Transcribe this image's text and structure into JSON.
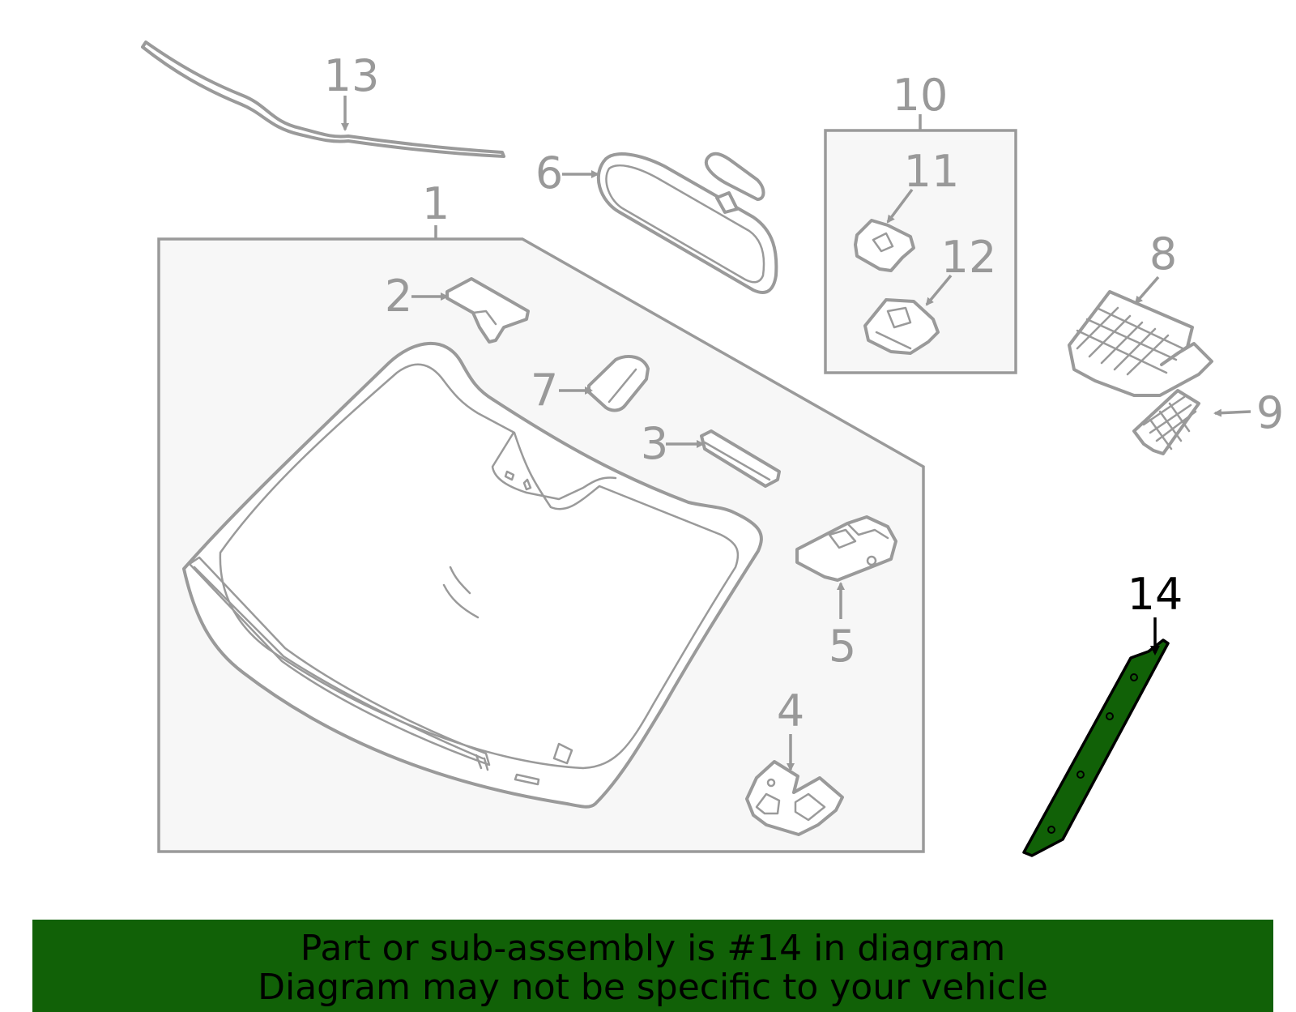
{
  "callouts": {
    "c1": "1",
    "c2": "2",
    "c3": "3",
    "c4": "4",
    "c5": "5",
    "c6": "6",
    "c7": "7",
    "c8": "8",
    "c9": "9",
    "c10": "10",
    "c11": "11",
    "c12": "12",
    "c13": "13",
    "c14": "14"
  },
  "highlight": {
    "part": "14",
    "color": "#116107"
  },
  "banner": {
    "line1": "Part or sub-assembly is #14 in diagram",
    "line2": "Diagram may not be specific to your vehicle",
    "background": "#116107"
  }
}
